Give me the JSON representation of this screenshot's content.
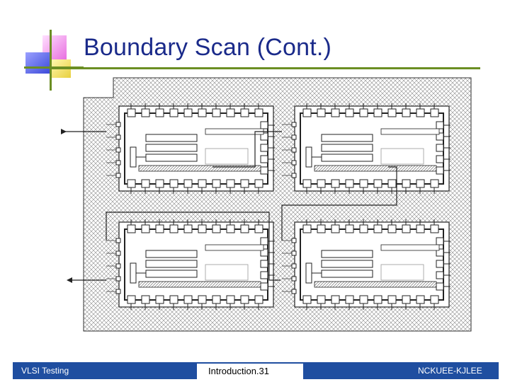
{
  "slide": {
    "title": "Boundary Scan (Cont.)"
  },
  "footer": {
    "left": "VLSI Testing",
    "center": "Introduction.31",
    "right": "NCKUEE-KJLEE"
  },
  "colors": {
    "title": "#1a2a8a",
    "rule": "#6b8e23",
    "footer_bar": "#1f4ea0",
    "deco_magenta": "#f0a0e8",
    "deco_blue": "#5a64e8",
    "deco_yellow": "#f0e070"
  }
}
